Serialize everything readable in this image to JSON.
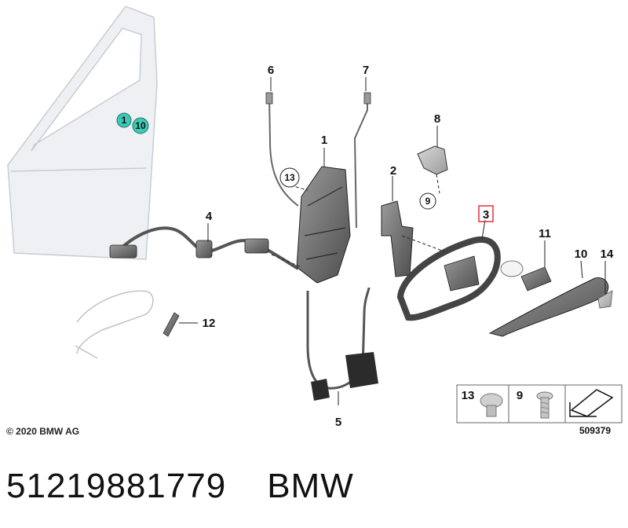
{
  "diagram": {
    "labels": {
      "p1": "1",
      "p2": "2",
      "p3": "3",
      "p4": "4",
      "p5": "5",
      "p6": "6",
      "p7": "7",
      "p8": "8",
      "p9": "9",
      "p10": "10",
      "p11": "11",
      "p12": "12",
      "p13": "13",
      "p14": "14",
      "door_badge_a": "1",
      "door_badge_b": "10"
    },
    "legend": {
      "screw_a": "13",
      "screw_b": "9"
    },
    "image_number": "509379",
    "highlight_color": "#e0303a",
    "badge_color": "#3cc8b4"
  },
  "copyright": "© 2020 BMW AG",
  "footer": {
    "part_number": "51219881779",
    "brand": "BMW"
  }
}
